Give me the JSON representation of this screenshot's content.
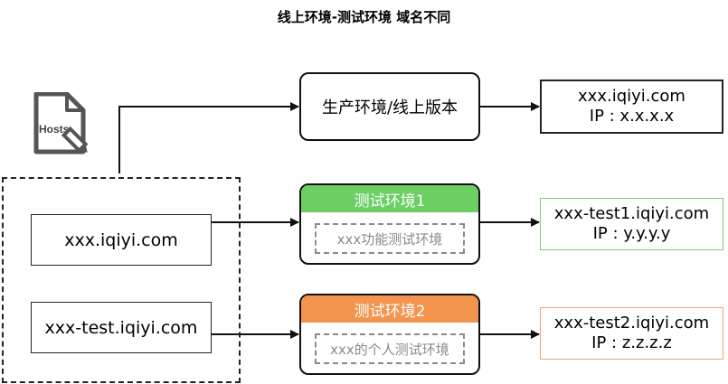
{
  "title": "线上环境-测试环境 域名不同",
  "hosts_icon": {
    "label": "Hosts",
    "icon": "hosts-file-icon"
  },
  "domains": [
    {
      "label": "xxx.iqiyi.com"
    },
    {
      "label": "xxx-test.iqiyi.com"
    }
  ],
  "environments": [
    {
      "label": "生产环境/线上版本"
    },
    {
      "label": "测试环境1",
      "sub": "xxx功能测试环境",
      "color": "#6ccf63"
    },
    {
      "label": "测试环境2",
      "sub": "xxx的个人测试环境",
      "color": "#f4954f"
    }
  ],
  "targets": [
    {
      "domain": "xxx.iqiyi.com",
      "ip": "IP : x.x.x.x",
      "border": "#222222"
    },
    {
      "domain": "xxx-test1.iqiyi.com",
      "ip": "IP : y.y.y.y",
      "border": "#79d06e"
    },
    {
      "domain": "xxx-test2.iqiyi.com",
      "ip": "IP : z.z.z.z",
      "border": "#f4a36a"
    }
  ]
}
